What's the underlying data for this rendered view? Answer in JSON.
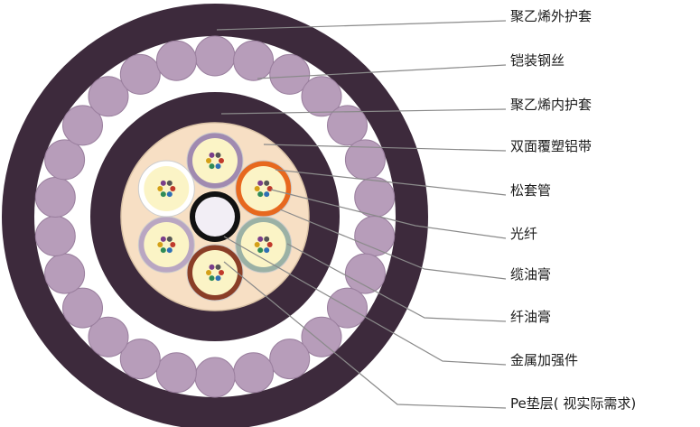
{
  "labels": [
    {
      "key": "outer_sheath",
      "text": "聚乙烯外护套"
    },
    {
      "key": "armor_wire",
      "text": "铠装钢丝"
    },
    {
      "key": "inner_sheath",
      "text": "聚乙烯内护套"
    },
    {
      "key": "aluminum_tape",
      "text": "双面覆塑铝带"
    },
    {
      "key": "loose_tube",
      "text": "松套管"
    },
    {
      "key": "fiber",
      "text": "光纤"
    },
    {
      "key": "cable_gel",
      "text": "缆油膏"
    },
    {
      "key": "fiber_gel",
      "text": "纤油膏"
    },
    {
      "key": "strength_member",
      "text": "金属加强件"
    },
    {
      "key": "pe_padding",
      "text": "Pe垫层( 视实际需求)"
    }
  ],
  "colors": {
    "outer_sheath": "#3d2a3c",
    "armor_wire": "#b79dba",
    "armor_wire_edge": "#9a7f9e",
    "gap": "#ffffff",
    "core_fill": "#f7dfc4",
    "tube_fill": "#fbf4c6",
    "tube_colors": [
      "#ffffff",
      "#a08ab0",
      "#e7681e",
      "#9bb1a5",
      "#8a3e27",
      "#b9a6c2"
    ],
    "leader": "#8a8a8a"
  }
}
